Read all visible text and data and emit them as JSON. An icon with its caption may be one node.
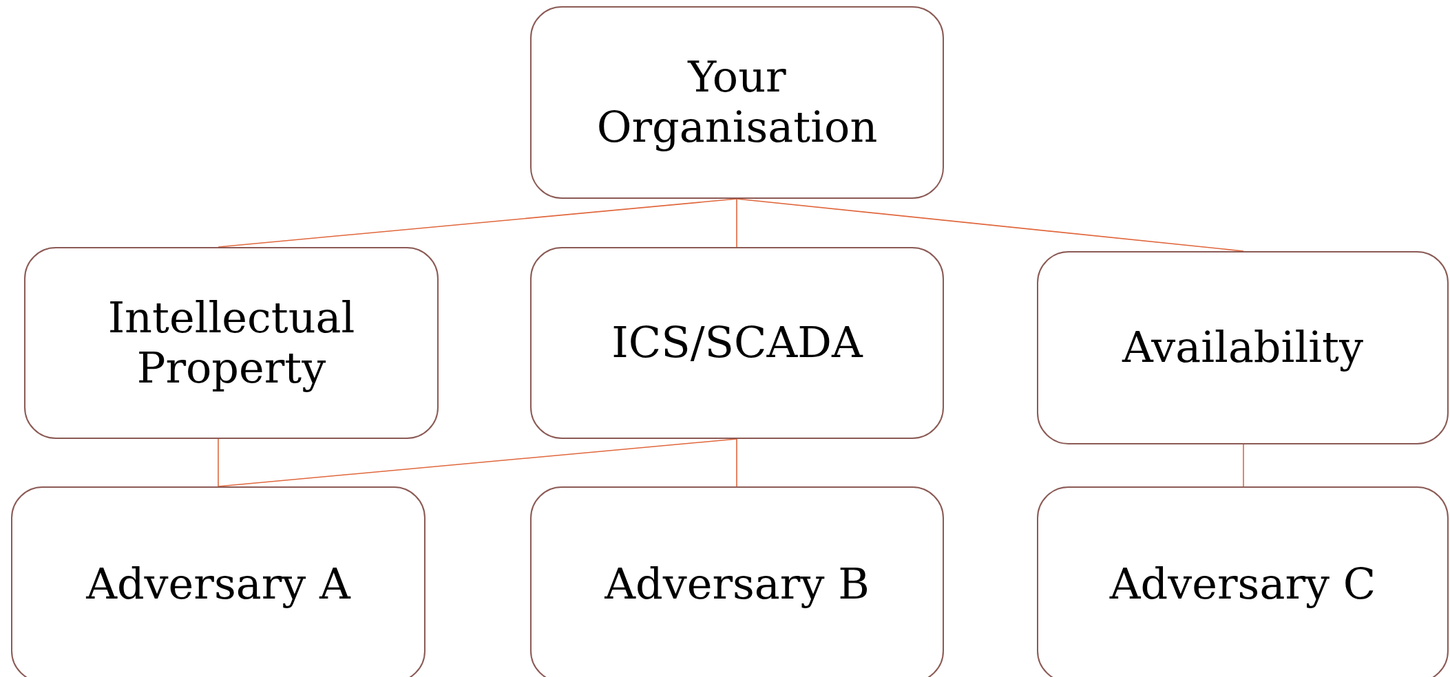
{
  "diagram": {
    "nodes": [
      {
        "text": [
          "Your Organisation"
        ]
      },
      {
        "text": [
          "Intellectual Property"
        ]
      },
      {
        "text": [
          "ICS/SCADA"
        ]
      },
      {
        "text": [
          "Availability"
        ]
      },
      {
        "text": [
          "Adversary A"
        ]
      },
      {
        "text": [
          "Adversary B"
        ]
      },
      {
        "text": [
          "Adversary C"
        ]
      }
    ],
    "edges": [
      {
        "from": 0,
        "to": 1,
        "arrow": "none"
      },
      {
        "from": 0,
        "to": 2,
        "arrow": "none"
      },
      {
        "from": 0,
        "to": 3,
        "arrow": "none"
      },
      {
        "from": 1,
        "to": 4,
        "arrow": "none"
      },
      {
        "from": 2,
        "to": 4,
        "arrow": "none"
      },
      {
        "from": 2,
        "to": 5,
        "arrow": "none"
      },
      {
        "from": 3,
        "to": 6,
        "arrow": "none"
      }
    ]
  }
}
